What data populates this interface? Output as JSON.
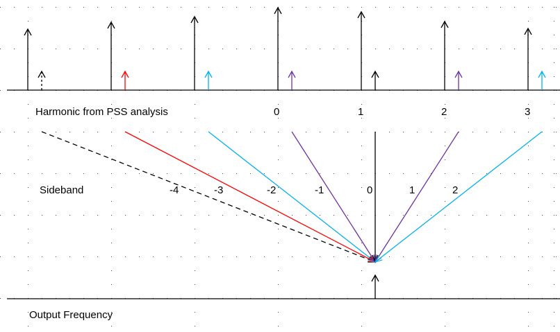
{
  "harmonic_row_label": "Harmonic  from PSS analysis",
  "harmonic_numbers": [
    "0",
    "1",
    "2",
    "3"
  ],
  "sideband_row_label": "Sideband",
  "sideband_numbers": [
    "-4",
    "-3",
    "-2",
    "-1",
    "0",
    "1",
    "2"
  ],
  "output_row_label": "Output Frequency",
  "colors": {
    "harmonic": "#000000",
    "sideband_minus4": "#000000",
    "sideband_minus3": "#ff0000",
    "sideband_minus2": "#00b0f0",
    "sideband_minus1": "#7030a0",
    "sideband_0": "#000000",
    "sideband_1": "#7030a0",
    "sideband_2": "#00b0f0",
    "grid_dots": "#000000"
  }
}
